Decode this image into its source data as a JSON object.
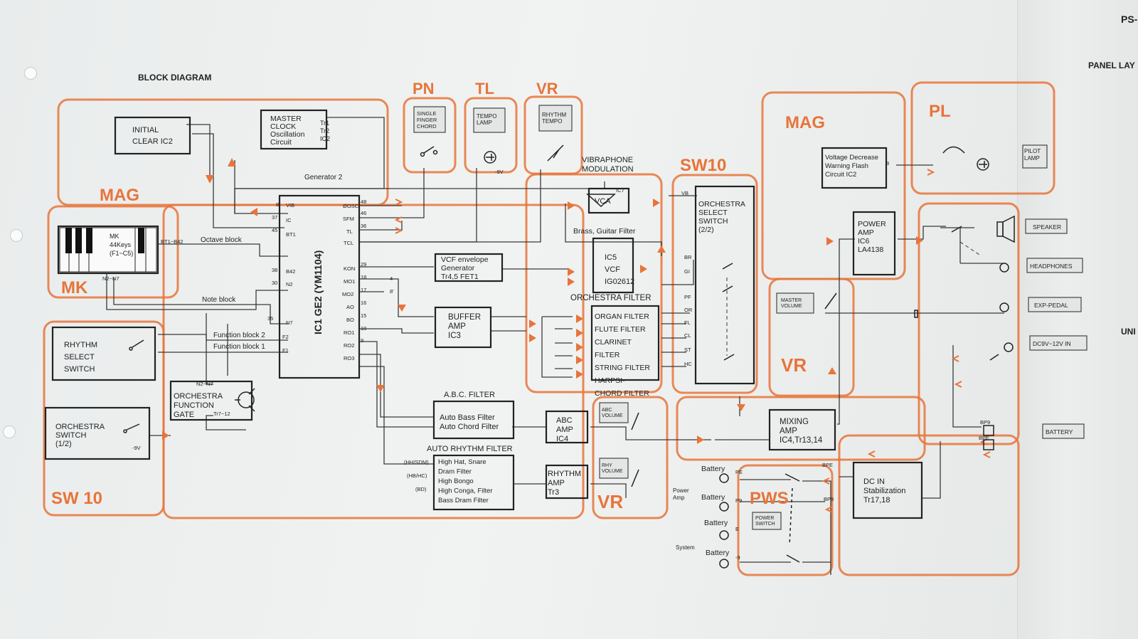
{
  "page_header": {
    "corner_code": "PS-",
    "panel_label": "PANEL LAY",
    "unit_label": "UNI"
  },
  "title": "BLOCK DIAGRAM",
  "section_tags": [
    {
      "id": "mag-left",
      "text": "MAG"
    },
    {
      "id": "mk",
      "text": "MK"
    },
    {
      "id": "sw10-left",
      "text": "SW 10"
    },
    {
      "id": "pn",
      "text": "PN"
    },
    {
      "id": "tl",
      "text": "TL"
    },
    {
      "id": "vr-top",
      "text": "VR"
    },
    {
      "id": "sw10-right",
      "text": "SW10"
    },
    {
      "id": "mag-right",
      "text": "MAG"
    },
    {
      "id": "pl",
      "text": "PL"
    },
    {
      "id": "vr-right",
      "text": "VR"
    },
    {
      "id": "vr-bottom",
      "text": "VR"
    },
    {
      "id": "pws",
      "text": "PWS"
    }
  ],
  "blocks": [
    {
      "id": "initial-clear",
      "lines": [
        "INITIAL",
        "CLEAR IC2"
      ]
    },
    {
      "id": "master-clock",
      "lines": [
        "MASTER",
        "CLOCK",
        "Oscillation",
        "Circuit"
      ]
    },
    {
      "id": "master-clock-parts",
      "lines": [
        "Tr1",
        "Tr2",
        "IC2"
      ]
    },
    {
      "id": "keyboard",
      "lines": [
        "MK",
        "44Keys",
        "(F1~C5)"
      ]
    },
    {
      "id": "ic1",
      "lines": [
        "IC1 GE2 (YM1104)"
      ]
    },
    {
      "id": "rhythm-select",
      "lines": [
        "RHYTHM",
        "SELECT",
        "SWITCH"
      ]
    },
    {
      "id": "orchestra-switch",
      "lines": [
        "ORCHESTRA",
        "SWITCH",
        "(1/2)"
      ]
    },
    {
      "id": "orchestra-gate",
      "lines": [
        "ORCHESTRA",
        "FUNCTION",
        "GATE"
      ]
    },
    {
      "id": "vcf-envelope",
      "lines": [
        "VCF envelope",
        "Generator",
        "Tr4,5 FET1"
      ]
    },
    {
      "id": "buffer-amp",
      "lines": [
        "BUFFER",
        "AMP",
        "IC3"
      ]
    },
    {
      "id": "abc-filter",
      "lines": [
        "Auto Bass Filter",
        "Auto Chord Filter"
      ]
    },
    {
      "id": "auto-rhythm",
      "lines": [
        "High Hat, Snare",
        "Dram Filter",
        "High Bongo",
        "High Conga, Filter",
        "Bass Dram Filter"
      ]
    },
    {
      "id": "abc-amp",
      "lines": [
        "ABC",
        "AMP",
        "IC4"
      ]
    },
    {
      "id": "rhythm-amp",
      "lines": [
        "RHYTHM",
        "AMP",
        "Tr3"
      ]
    },
    {
      "id": "ic5-vcf",
      "lines": [
        "IC5",
        "VCF",
        "IG02612"
      ]
    },
    {
      "id": "vca",
      "lines": [
        "VCA"
      ]
    },
    {
      "id": "orchestra-filter",
      "lines": [
        "ORGAN FILTER",
        "FLUTE FILTER",
        "CLARINET",
        "FILTER",
        "STRING FILTER",
        "HARPSI-",
        "CHORD FILTER"
      ]
    },
    {
      "id": "orchestra-select",
      "lines": [
        "ORCHESTRA",
        "SELECT",
        "SWITCH",
        "(2/2)"
      ]
    },
    {
      "id": "voltage-decrease",
      "lines": [
        "Voltage Decrease",
        "Warning Flash",
        "Circuit IC2"
      ]
    },
    {
      "id": "power-amp",
      "lines": [
        "POWER",
        "AMP",
        "IC6",
        "LA4138"
      ]
    },
    {
      "id": "mixing-amp",
      "lines": [
        "MIXING",
        "AMP",
        "IC4,Tr13,14"
      ]
    },
    {
      "id": "dc-in",
      "lines": [
        "DC IN",
        "Stabilization",
        "Tr17,18"
      ]
    }
  ],
  "panel_labels": [
    {
      "id": "single-finger",
      "lines": [
        "SINGLE",
        "FINGER",
        "CHORD"
      ]
    },
    {
      "id": "tempo-lamp",
      "lines": [
        "TEMPO",
        "LAMP"
      ]
    },
    {
      "id": "rhythm-tempo",
      "lines": [
        "RHYTHM",
        "TEMPO"
      ]
    },
    {
      "id": "master-volume",
      "lines": [
        "MASTER",
        "VOLUME"
      ]
    },
    {
      "id": "abc-volume",
      "lines": [
        "ABC",
        "VOLUME"
      ]
    },
    {
      "id": "rhy-volume",
      "lines": [
        "RHY",
        "VOLUME"
      ]
    },
    {
      "id": "power-switch",
      "lines": [
        "POWER",
        "SWITCH"
      ]
    },
    {
      "id": "pilot-lamp",
      "lines": [
        "PILOT",
        "LAMP"
      ]
    },
    {
      "id": "speaker",
      "lines": [
        "SPEAKER"
      ]
    },
    {
      "id": "headphones",
      "lines": [
        "HEADPHONES"
      ]
    },
    {
      "id": "exp-pedal",
      "lines": [
        "EXP-PEDAL"
      ]
    },
    {
      "id": "dc-jack",
      "lines": [
        "DC9V~12V IN"
      ]
    },
    {
      "id": "battery",
      "lines": [
        "BATTERY"
      ]
    }
  ],
  "annotations": [
    {
      "id": "generator",
      "text": "Generator 2"
    },
    {
      "id": "octave-block",
      "text": "Octave block"
    },
    {
      "id": "note-block",
      "text": "Note block"
    },
    {
      "id": "function-block-2",
      "text": "Function block 2"
    },
    {
      "id": "function-block-1",
      "text": "Function block 1"
    },
    {
      "id": "vibraphone",
      "lines": [
        "VIBRAPHONE",
        "MODULATION"
      ]
    },
    {
      "id": "brass-filter",
      "text": "Brass, Guitar Filter"
    },
    {
      "id": "orchestra-filter-title",
      "text": "ORCHESTRA FILTER"
    },
    {
      "id": "abc-filter-title",
      "text": "A.B.C. FILTER"
    },
    {
      "id": "auto-rhythm-title",
      "text": "AUTO RHYTHM FILTER"
    },
    {
      "id": "battery-pos-1",
      "text": "Battery"
    },
    {
      "id": "battery-neg-1",
      "text": "Battery"
    },
    {
      "id": "battery-pos-2",
      "text": "Battery"
    },
    {
      "id": "battery-neg-2",
      "text": "Battery"
    },
    {
      "id": "power-amp-note",
      "lines": [
        "Power",
        "Amp"
      ]
    },
    {
      "id": "system-note",
      "text": "System"
    }
  ],
  "pins": [
    {
      "id": "bt",
      "text": "BT1~B42"
    },
    {
      "id": "n2n7",
      "text": "N2~N7"
    },
    {
      "id": "gate-n",
      "text": "N2~N7"
    },
    {
      "id": "vib",
      "text": "VIB"
    },
    {
      "id": "ic",
      "text": "IC"
    },
    {
      "id": "bt1",
      "text": "BT1"
    },
    {
      "id": "b42",
      "text": "B42"
    },
    {
      "id": "n2",
      "text": "N2"
    },
    {
      "id": "n7",
      "text": "N7"
    },
    {
      "id": "f2",
      "text": "F2"
    },
    {
      "id": "f1",
      "text": "F1"
    },
    {
      "id": "p8",
      "text": "8"
    },
    {
      "id": "p37",
      "text": "37"
    },
    {
      "id": "p45",
      "text": "45"
    },
    {
      "id": "p38",
      "text": "38"
    },
    {
      "id": "p30",
      "text": "30"
    },
    {
      "id": "p35",
      "text": "35"
    },
    {
      "id": "p48",
      "text": "48"
    },
    {
      "id": "p46",
      "text": "46"
    },
    {
      "id": "p36",
      "text": "36"
    },
    {
      "id": "p29",
      "text": "29"
    },
    {
      "id": "p18",
      "text": "18"
    },
    {
      "id": "p17",
      "text": "17"
    },
    {
      "id": "p16",
      "text": "16"
    },
    {
      "id": "p15",
      "text": "15"
    },
    {
      "id": "p10",
      "text": "10"
    },
    {
      "id": "p9",
      "text": "9"
    },
    {
      "id": "osc",
      "text": "ØOSC"
    },
    {
      "id": "sfm",
      "text": "SFM"
    },
    {
      "id": "tl",
      "text": "TL"
    },
    {
      "id": "tcl",
      "text": "TCL"
    },
    {
      "id": "kon",
      "text": "KON"
    },
    {
      "id": "mo1",
      "text": "MO1"
    },
    {
      "id": "mo2",
      "text": "MO2"
    },
    {
      "id": "ao",
      "text": "AO"
    },
    {
      "id": "bo",
      "text": "BO"
    },
    {
      "id": "ro1",
      "text": "RO1"
    },
    {
      "id": "ro2",
      "text": "RO2"
    },
    {
      "id": "ro3",
      "text": "RO3"
    },
    {
      "id": "br",
      "text": "BR"
    },
    {
      "id": "gi",
      "text": "GI"
    },
    {
      "id": "pf",
      "text": "PF"
    },
    {
      "id": "or",
      "text": "OR"
    },
    {
      "id": "fl",
      "text": "FL"
    },
    {
      "id": "cl",
      "text": "CL"
    },
    {
      "id": "st",
      "text": "ST"
    },
    {
      "id": "hc",
      "text": "HC"
    },
    {
      "id": "vb",
      "text": "VB"
    },
    {
      "id": "ic7",
      "text": "IC7"
    },
    {
      "id": "hh",
      "text": "(HH/SDM)"
    },
    {
      "id": "hb",
      "text": "(HB/HC)"
    },
    {
      "id": "bd",
      "text": "(BD)"
    },
    {
      "id": "pe",
      "text": "PE"
    },
    {
      "id": "pg",
      "text": "P9"
    },
    {
      "id": "pe2",
      "text": "E"
    },
    {
      "id": "m9",
      "text": "-9"
    },
    {
      "id": "bpe",
      "text": "BPE"
    },
    {
      "id": "bp9",
      "text": "BP9"
    },
    {
      "id": "bp9b",
      "text": "BP9"
    },
    {
      "id": "bpe2",
      "text": "BPE"
    },
    {
      "id": "v9",
      "text": "-9V"
    },
    {
      "id": "v9b",
      "text": "-9V"
    },
    {
      "id": "p8b",
      "text": "8"
    },
    {
      "id": "p4",
      "text": "4"
    },
    {
      "id": "p8c",
      "text": "8'"
    },
    {
      "id": "tr712",
      "text": "Tr7~12"
    }
  ],
  "colors": {
    "accent": "#e8743a",
    "ink": "#222222",
    "paper": "#eef0ef"
  }
}
